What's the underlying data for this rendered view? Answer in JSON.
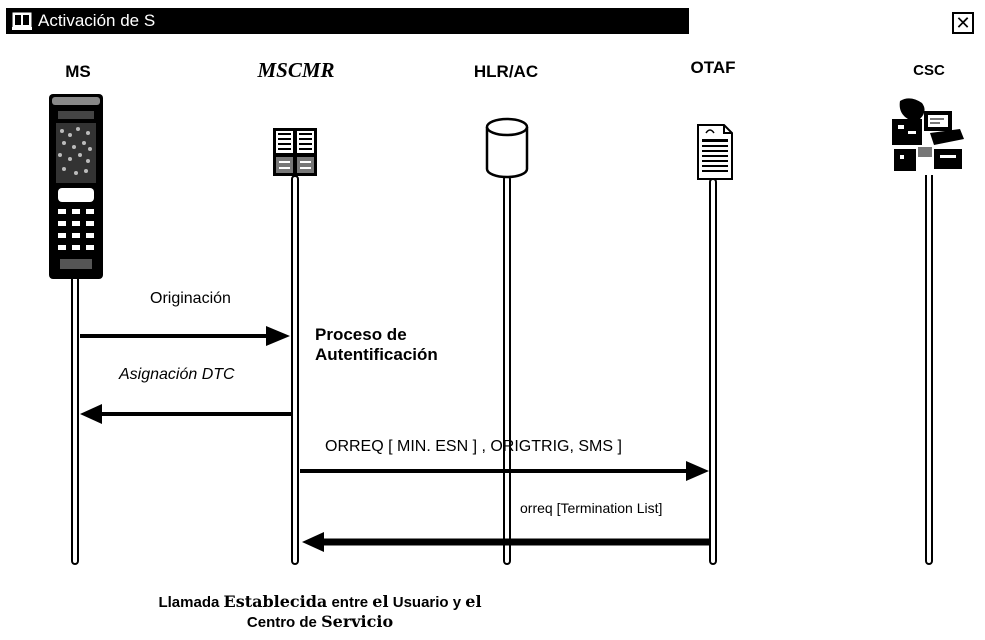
{
  "window": {
    "title": "Activación de S",
    "close_glyph": "✕"
  },
  "entities": [
    {
      "id": "ms",
      "label": "MS",
      "icon": "mobile-phone-icon"
    },
    {
      "id": "mscmr",
      "label": "MSCMR",
      "icon": "switch-cabinet-icon"
    },
    {
      "id": "hlr",
      "label": "HLR/AC",
      "icon": "database-cylinder-icon"
    },
    {
      "id": "otaf",
      "label": "OTAF",
      "icon": "document-icon"
    },
    {
      "id": "csc",
      "label": "CSC",
      "icon": "service-operator-icon"
    }
  ],
  "messages": {
    "origination": "Originación",
    "assignment": "Asignación DTC",
    "orreq": "ORREQ [ MIN. ESN ] , ORIGTRIG, SMS ]",
    "orreq_response": "orreq [Termination List]"
  },
  "process": {
    "line1": "Proceso de",
    "line2": "Autentificación"
  },
  "footer": {
    "part1": "Llamada ",
    "part2": "Establecida",
    "part3": " entre ",
    "part4": "el",
    "part5": " Usuario y ",
    "part6": "el",
    "line2a": "Centro de ",
    "line2b": "Servicio"
  }
}
